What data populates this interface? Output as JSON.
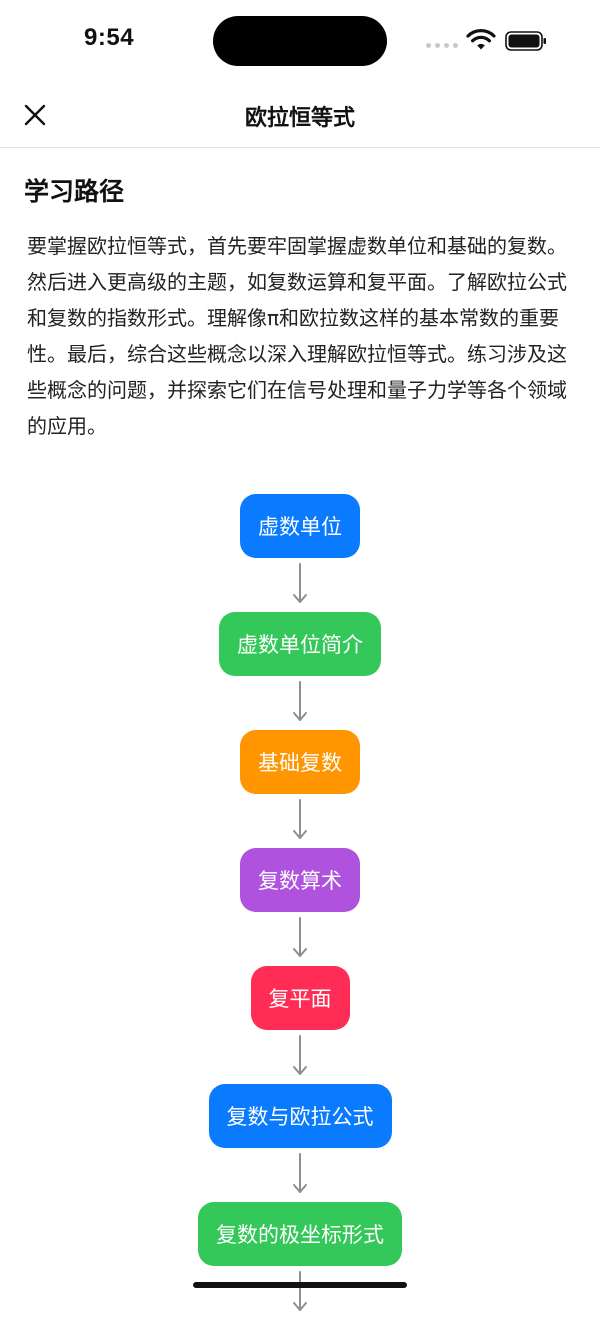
{
  "status_bar": {
    "time": "9:54"
  },
  "nav": {
    "title": "欧拉恒等式",
    "close_icon": "close-icon"
  },
  "section": {
    "title": "学习路径",
    "description": "要掌握欧拉恒等式，首先要牢固掌握虚数单位和基础的复数。然后进入更高级的主题，如复数运算和复平面。了解欧拉公式和复数的指数形式。理解像π和欧拉数这样的基本常数的重要性。最后，综合这些概念以深入理解欧拉恒等式。练习涉及这些概念的问题，并探索它们在信号处理和量子力学等各个领域的应用。"
  },
  "flow": {
    "nodes": [
      {
        "label": "虚数单位",
        "color": "#0A7AFF"
      },
      {
        "label": "虚数单位简介",
        "color": "#34C759"
      },
      {
        "label": "基础复数",
        "color": "#FF9500"
      },
      {
        "label": "复数算术",
        "color": "#AF52DE"
      },
      {
        "label": "复平面",
        "color": "#FF2D55"
      },
      {
        "label": "复数与欧拉公式",
        "color": "#0A7AFF"
      },
      {
        "label": "复数的极坐标形式",
        "color": "#34C759"
      }
    ]
  }
}
